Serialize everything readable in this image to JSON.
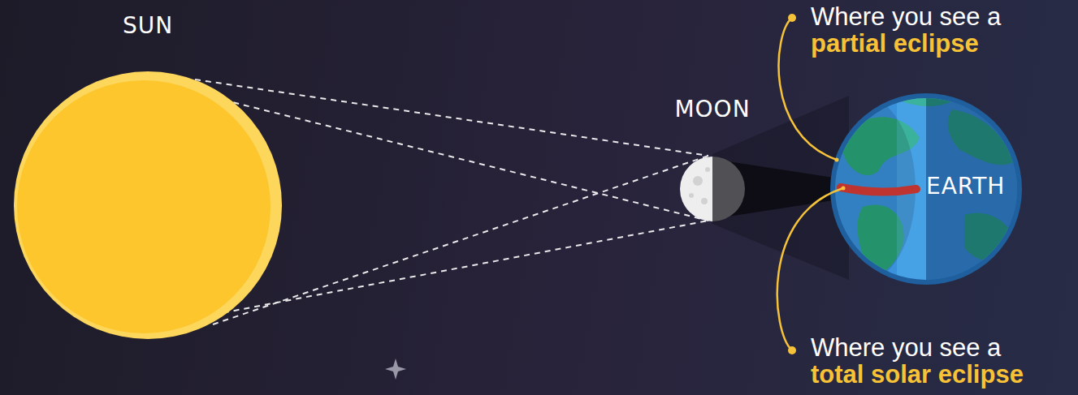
{
  "diagram": {
    "nodes": [
      {
        "text": [
          "SUN"
        ]
      },
      {
        "text": [
          "MOON"
        ]
      },
      {
        "text": [
          "EARTH"
        ]
      }
    ],
    "labels": [
      "Where you see a",
      "partial eclipse",
      "Where you see a",
      "total solar eclipse"
    ]
  }
}
